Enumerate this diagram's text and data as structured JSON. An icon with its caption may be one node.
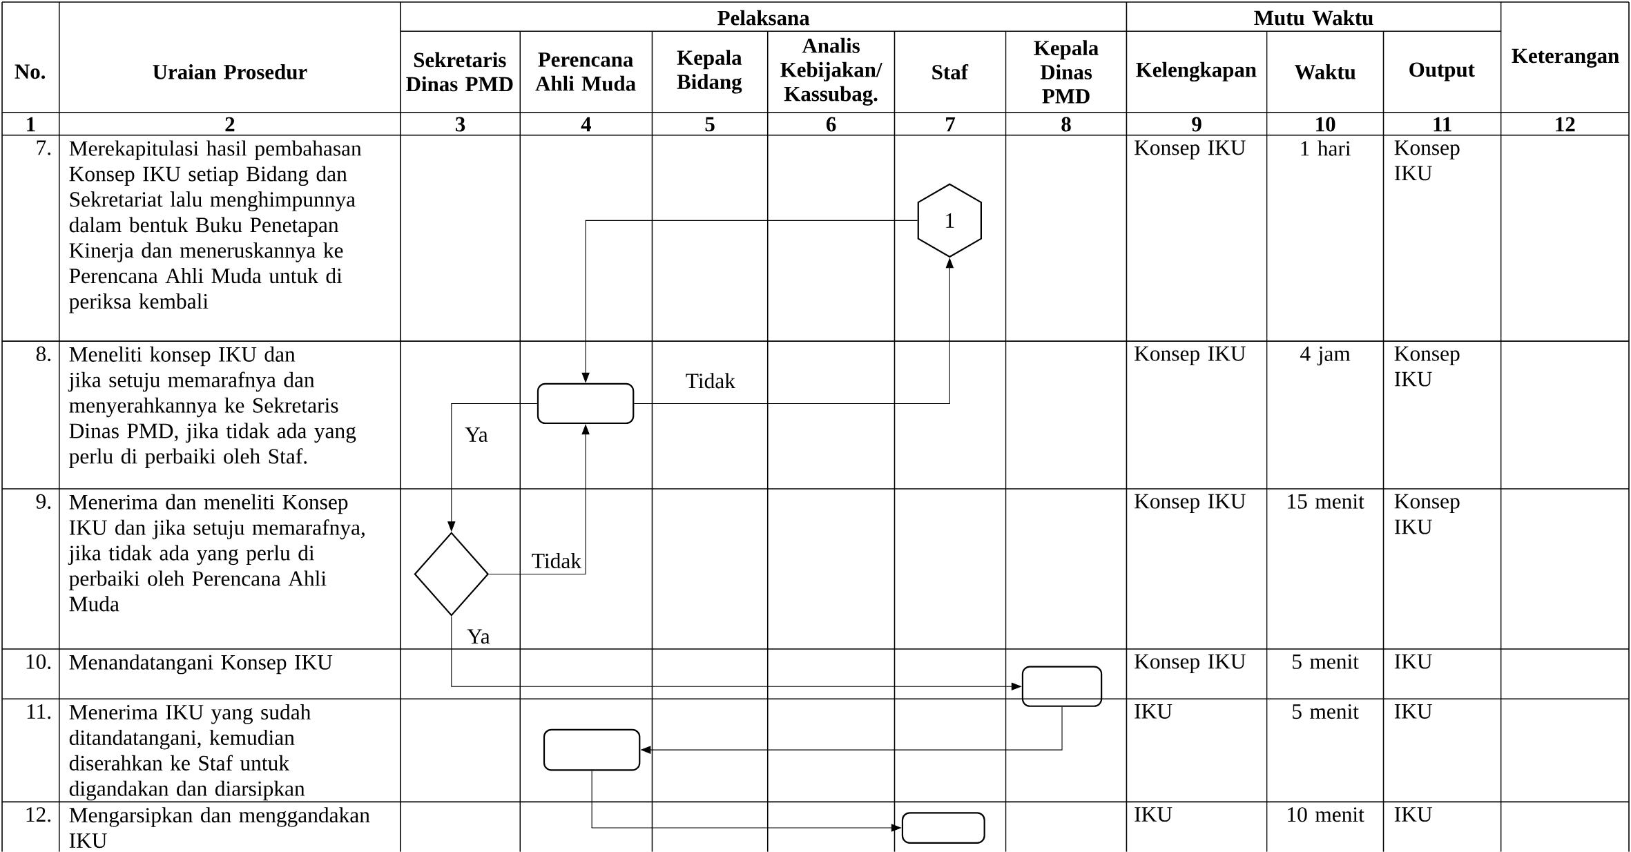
{
  "diagram": {
    "nodes": [
      {
        "text": [
          "1"
        ]
      },
      {
        "text": [],
        "shape": "box"
      },
      {
        "text": [],
        "shape": "diamond"
      },
      {
        "text": [],
        "shape": "box"
      },
      {
        "text": [],
        "shape": "box"
      },
      {
        "text": [],
        "shape": "box"
      }
    ],
    "edges": [
      {
        "from": 0,
        "to": 1,
        "arrow": "to"
      },
      {
        "from": 1,
        "to": 0,
        "arrow": "to",
        "label": "Tidak"
      },
      {
        "from": 1,
        "to": 2,
        "arrow": "to",
        "label": "Ya"
      },
      {
        "from": 2,
        "to": 1,
        "arrow": "to",
        "label": "Tidak"
      },
      {
        "from": 2,
        "to": 3,
        "arrow": "to",
        "label": "Ya"
      },
      {
        "from": 3,
        "to": 4,
        "arrow": "to"
      },
      {
        "from": 4,
        "to": 5,
        "arrow": "to"
      }
    ],
    "labels": [
      "No.",
      "Uraian Prosedur",
      "Pelaksana",
      "Mutu Waktu",
      "Keterangan",
      "Sekretaris Dinas PMD",
      "Perencana Ahli Muda",
      "Kepala Bidang",
      "Analis Kebijakan/ Kassubag.",
      "Staf",
      "Kepala Dinas PMD",
      "Kelengkapan",
      "Waktu",
      "Output",
      "1",
      "2",
      "3",
      "4",
      "5",
      "6",
      "7",
      "8",
      "9",
      "10",
      "11",
      "12",
      "7.",
      "Merekapitulasi hasil pembahasan Konsep IKU setiap Bidang dan Sekretariat lalu menghimpunnya dalam bentuk Buku Penetapan Kinerja dan meneruskannya ke Perencana Ahli Muda untuk di periksa kembali",
      "Konsep IKU",
      "1 hari",
      "Konsep IKU",
      "8.",
      "Meneliti konsep IKU dan jika setuju memarafnya dan menyerahkannya ke Sekretaris Dinas PMD, jika tidak ada yang perlu di perbaiki oleh Staf.",
      "Konsep IKU",
      "4 jam",
      "Konsep IKU",
      "9.",
      "Menerima dan meneliti Konsep IKU dan jika setuju memarafnya, jika tidak ada yang perlu di perbaiki oleh Perencana Ahli Muda",
      "Konsep IKU",
      "15 menit",
      "Konsep IKU",
      "10.",
      "Menandatangani Konsep IKU",
      "Konsep IKU",
      "5 menit",
      "IKU",
      "11.",
      "Menerima IKU yang sudah ditandatangani, kemudian diserahkan ke Staf untuk digandakan dan diarsipkan",
      "IKU",
      "5 menit",
      "IKU",
      "12.",
      "Mengarsipkan dan menggandakan IKU",
      "IKU",
      "10 menit",
      "IKU"
    ]
  }
}
